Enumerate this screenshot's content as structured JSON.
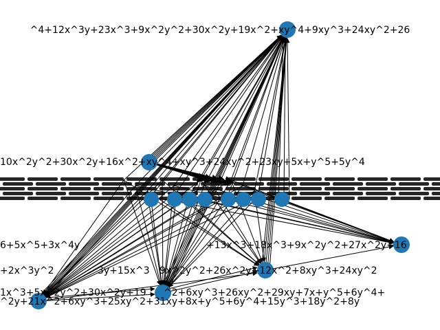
{
  "graph": {
    "node_color": "#1f77b4",
    "edge_color": "#000000",
    "directed": true,
    "main_nodes": [
      {
        "id": "top",
        "label": "^4+12x^3y+23x^3+9x^2y^2+30x^2y+19x^2+xy^4+9xy^3+24xy^2+26"
      },
      {
        "id": "upper-left",
        "label": "10x^2y^2+30x^2y+16x^2+xy^4+xy^3+24xy^2+23xy+5x+y^5+5y^4"
      },
      {
        "id": "right",
        "label": "+13x^3+18x^3+9x^2y^2+27x^2y+16"
      },
      {
        "id": "mid-bottom",
        "label": "9x^2y^2+26x^2y+12x^2+8xy^3+24xy^2"
      },
      {
        "id": "lower-center",
        "label": "^2+6xy^3+26xy^2+29xy+7x+y^5+6y^4+"
      },
      {
        "id": "bottom-left",
        "label": "^2y+21x^2+6xy^3+25xy^2+31xy+8x+y^5+6y^4+15y^3+18y^2+8y"
      }
    ],
    "side_labels": [
      "6+5x^5+3x^4y",
      "+2x^3y^2",
      "1x^3+5x^2y^2+30x^2y+19",
      "3y+15x^3"
    ]
  }
}
